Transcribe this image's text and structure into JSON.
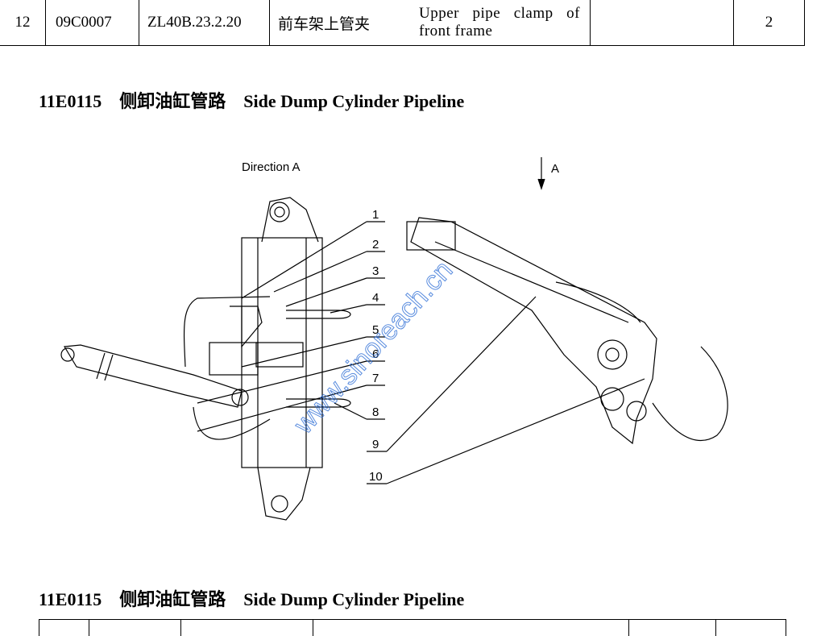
{
  "table_row": {
    "no": "12",
    "code": "09C0007",
    "part_no": "ZL40B.23.2.20",
    "name_cn": "前车架上管夹",
    "name_en": "Upper pipe clamp of front frame",
    "remark": "",
    "qty": "2"
  },
  "section_title": {
    "code": "11E0115",
    "name_cn": "侧卸油缸管路",
    "name_en": "Side Dump Cylinder Pipeline"
  },
  "section_title_2": {
    "code": "11E0115",
    "name_cn": "侧卸油缸管路",
    "name_en": "Side Dump Cylinder Pipeline"
  },
  "diagram": {
    "view_label": "Direction A",
    "arrow_label": "A",
    "callouts": [
      "1",
      "2",
      "3",
      "4",
      "5",
      "6",
      "7",
      "8",
      "9",
      "10"
    ],
    "watermark": "www.sinoreach.cn",
    "watermark_color": "#2f6fd6"
  }
}
